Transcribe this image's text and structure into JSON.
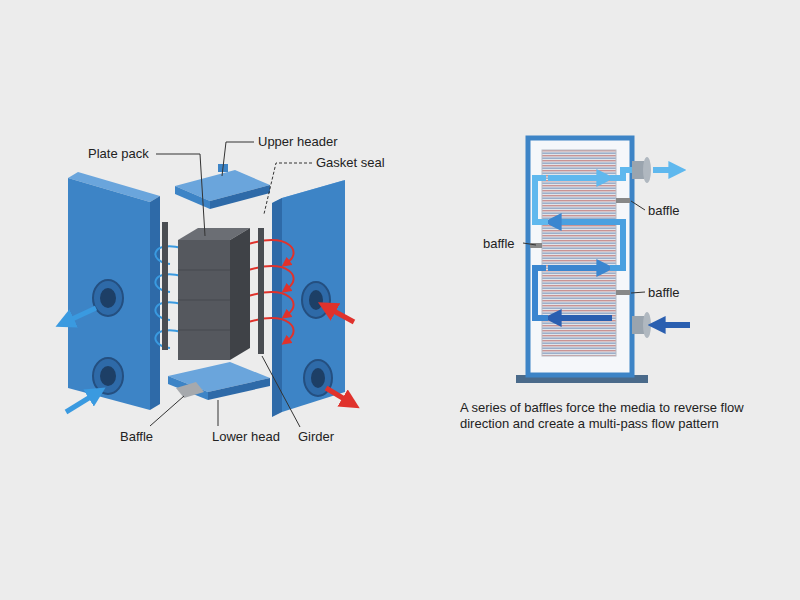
{
  "diagram": {
    "caption": "A series of baffles force the media to reverse flow direction and create a multi-pass flow pattern",
    "labels": [
      "Plate pack",
      "Upper header",
      "Gasket seal",
      "Baffle",
      "Lower head",
      "Girder",
      "baffle",
      "baffle",
      "baffle"
    ]
  }
}
